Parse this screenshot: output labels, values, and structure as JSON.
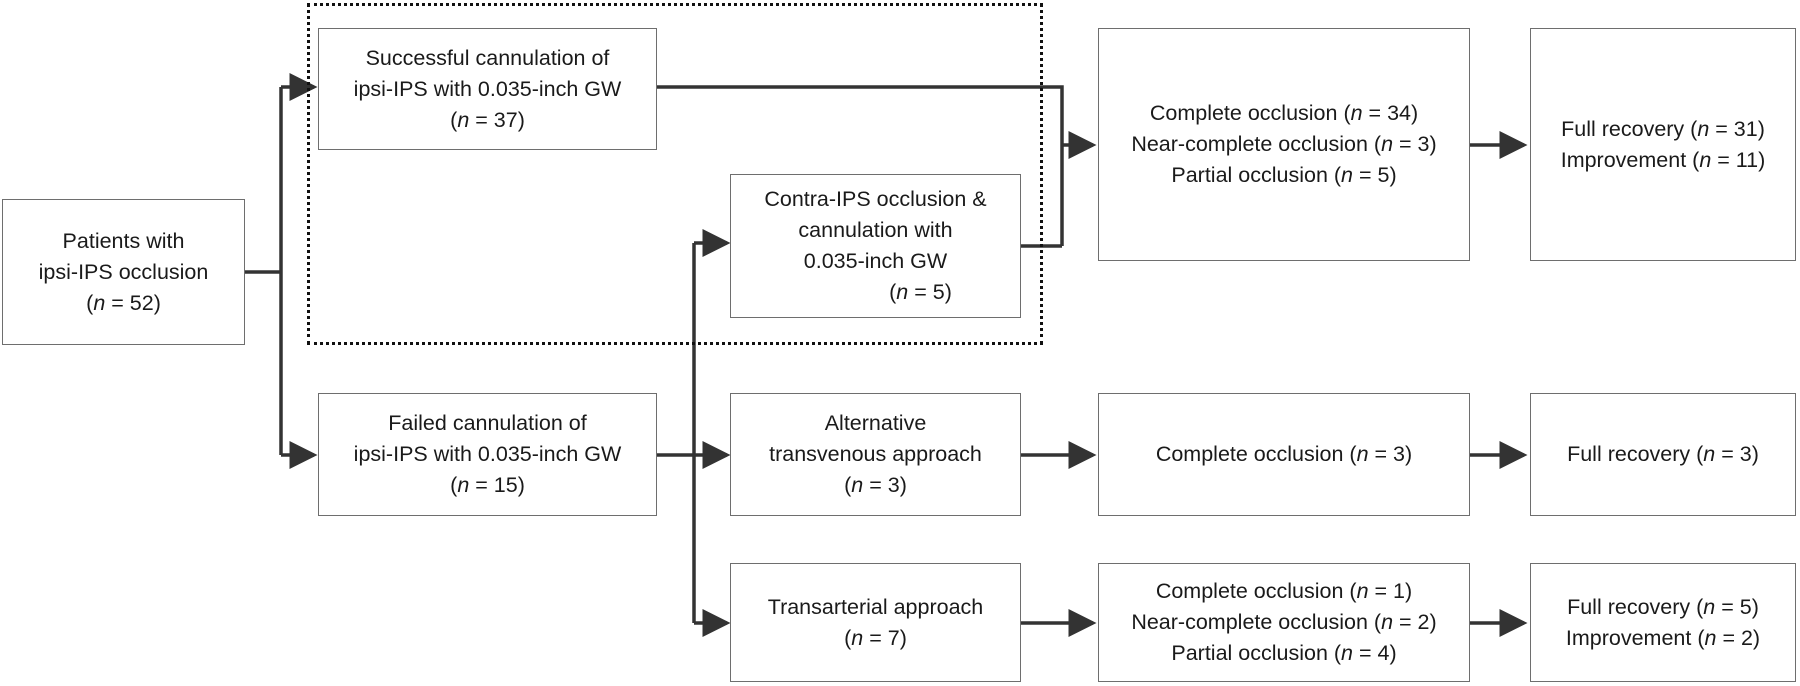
{
  "nodes": {
    "patients": {
      "lines": [
        "Patients with",
        "ipsi-IPS occlusion",
        "(n = 52)"
      ]
    },
    "successful": {
      "lines": [
        "Successful cannulation of",
        "ipsi-IPS with 0.035-inch GW",
        "(n = 37)"
      ]
    },
    "failed": {
      "lines": [
        "Failed cannulation of",
        "ipsi-IPS with 0.035-inch GW",
        "(n = 15)"
      ]
    },
    "contra": {
      "lines": [
        "Contra-IPS occlusion &",
        "cannulation with",
        "0.035-inch GW",
        "(n = 5)"
      ]
    },
    "alternative": {
      "lines": [
        "Alternative",
        "transvenous approach",
        "(n = 3)"
      ]
    },
    "transarterial": {
      "lines": [
        "Transarterial approach",
        "(n = 7)"
      ]
    },
    "outcome_main": {
      "lines": [
        "Complete occlusion (n = 34)",
        "Near-complete occlusion (n = 3)",
        "Partial occlusion (n = 5)"
      ]
    },
    "outcome_alt": {
      "lines": [
        "Complete occlusion (n = 3)"
      ]
    },
    "outcome_trans": {
      "lines": [
        "Complete occlusion (n = 1)",
        "Near-complete occlusion (n = 2)",
        "Partial occlusion (n = 4)"
      ]
    },
    "recovery_main": {
      "lines": [
        "Full recovery (n = 31)",
        "Improvement (n = 11)"
      ]
    },
    "recovery_alt": {
      "lines": [
        "Full recovery (n = 3)"
      ]
    },
    "recovery_trans": {
      "lines": [
        "Full recovery (n = 5)",
        "Improvement (n = 2)"
      ]
    }
  },
  "colors": {
    "line": "#333333",
    "box_border": "#6e6e6e",
    "dashed_border": "#111111"
  }
}
